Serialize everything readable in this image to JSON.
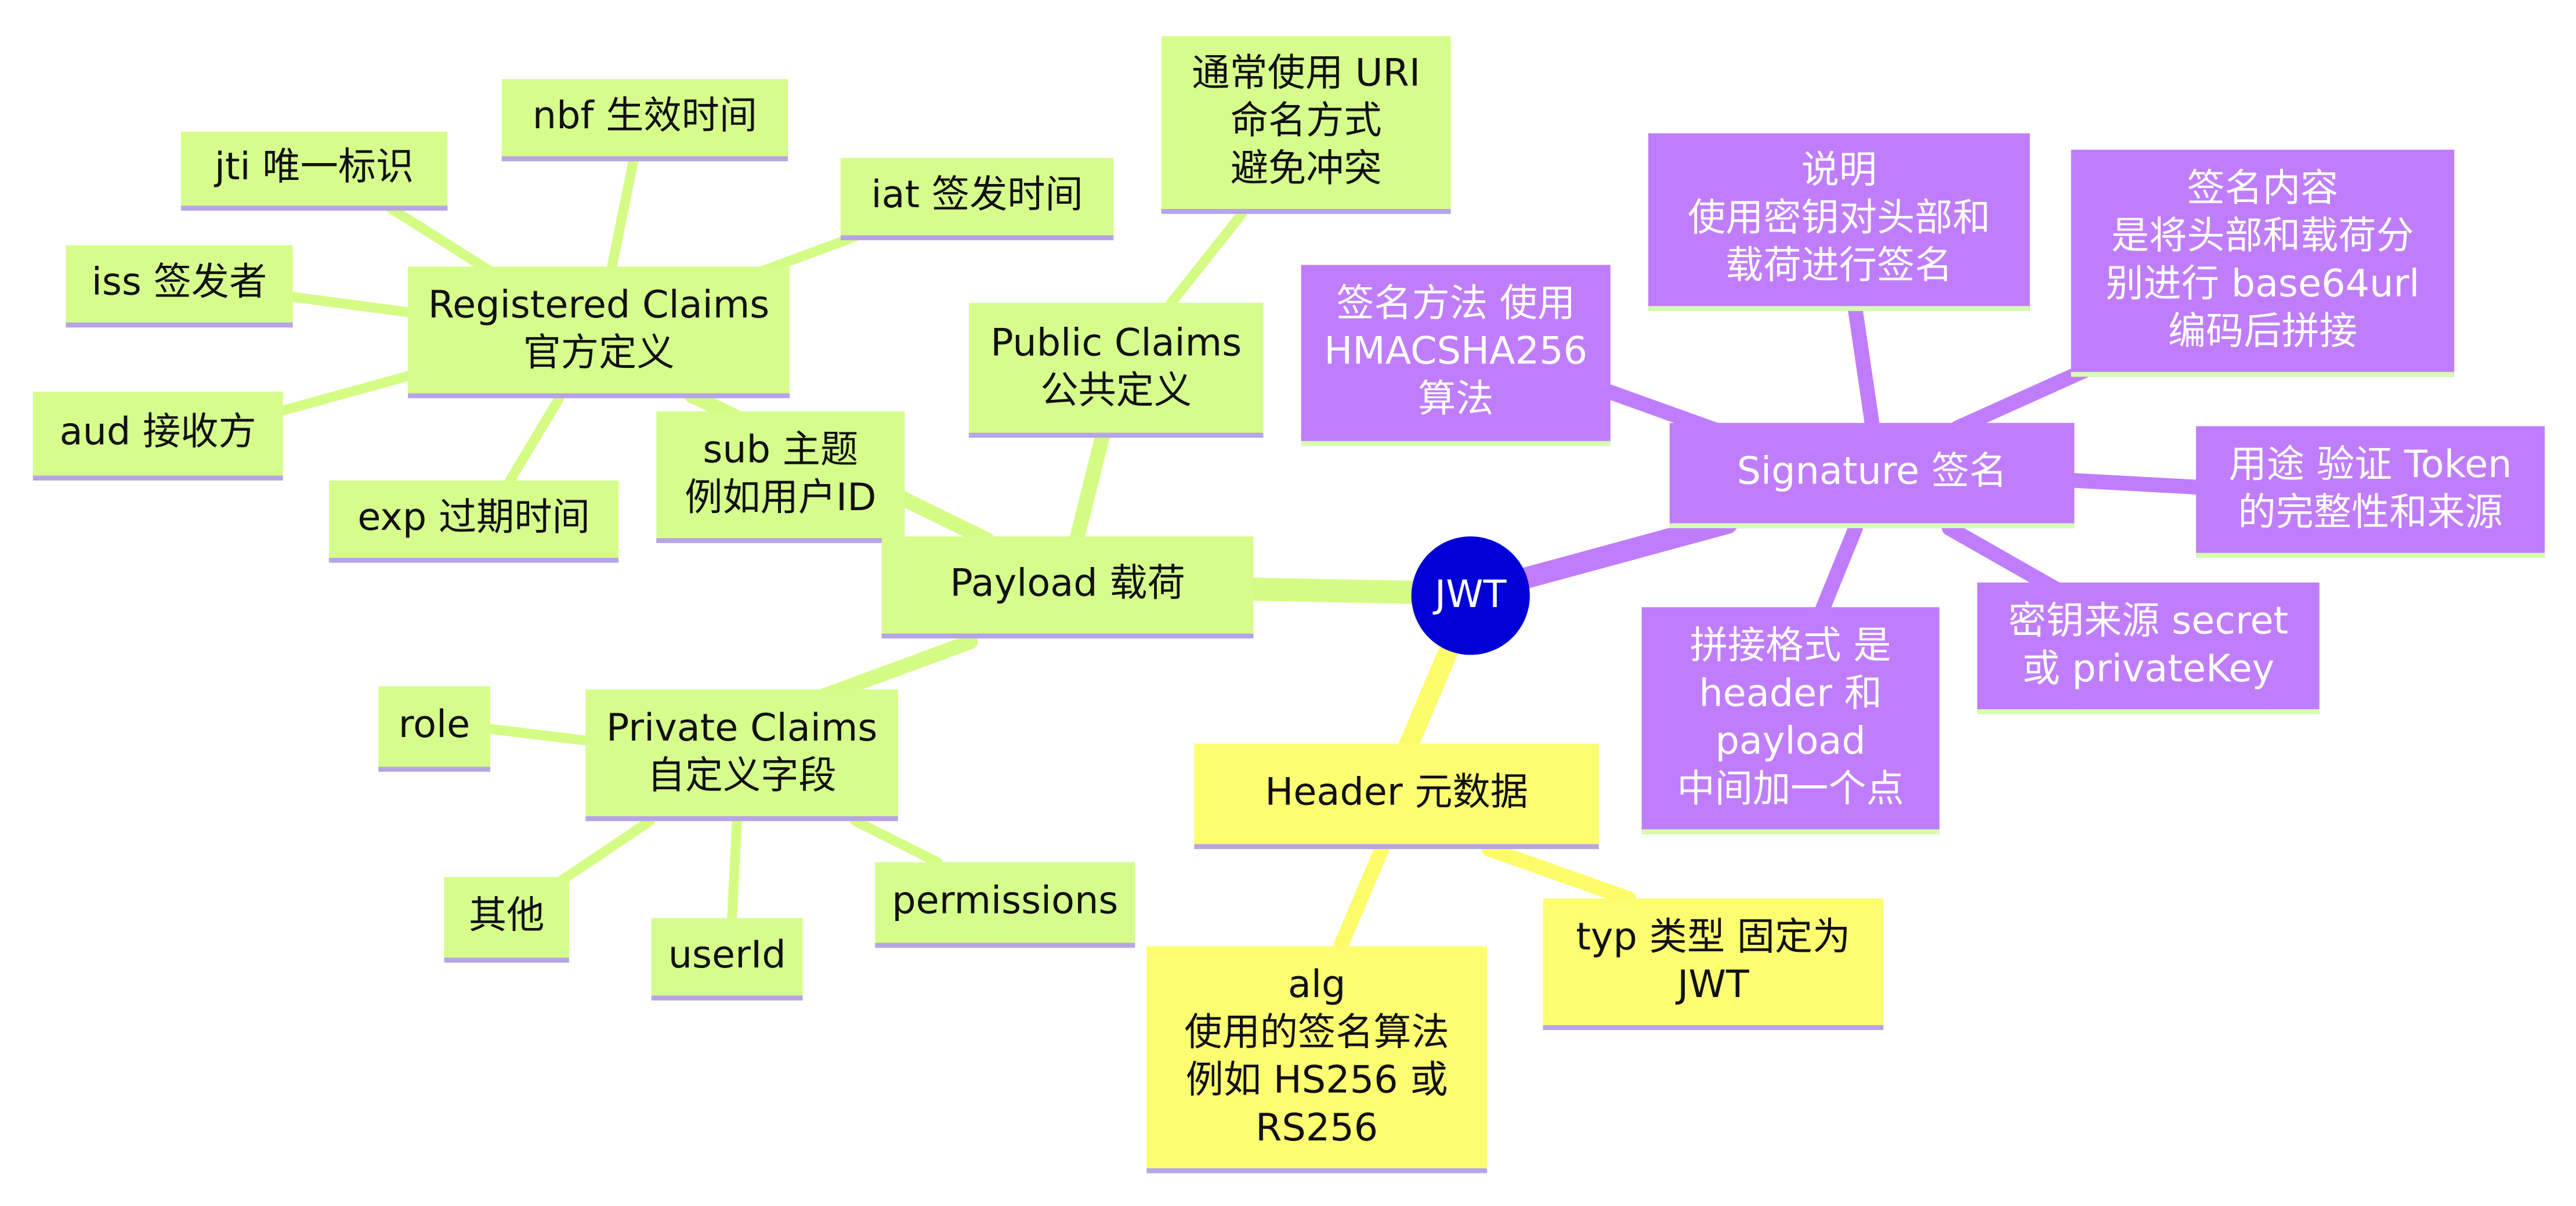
{
  "root": {
    "label": "JWT",
    "color": "#0000d6"
  },
  "colors": {
    "payload": "#d6fd8c",
    "header": "#fdfd72",
    "signature": "#c07dfb",
    "payload_link": "#d4fc84",
    "header_link": "#fcfc6a",
    "signature_link": "#c07dfb"
  },
  "payload": {
    "label": "Payload 载荷",
    "registered": {
      "label": "Registered Claims\n官方定义",
      "items": [
        "jti 唯一标识",
        "nbf 生效时间",
        "iat 签发时间",
        "iss 签发者",
        "aud 接收方",
        "exp 过期时间",
        "sub 主题\n例如用户ID"
      ]
    },
    "public": {
      "label": "Public Claims\n公共定义",
      "items": [
        "通常使用 URI\n命名方式\n避免冲突"
      ]
    },
    "private": {
      "label": "Private Claims\n自定义字段",
      "items": [
        "role",
        "其他",
        "userId",
        "permissions"
      ]
    }
  },
  "header": {
    "label": "Header 元数据",
    "items": [
      "alg\n使用的签名算法\n例如 HS256 或\nRS256",
      "typ 类型 固定为\nJWT"
    ]
  },
  "signature": {
    "label": "Signature 签名",
    "items": [
      "说明\n使用密钥对头部和\n载荷进行签名",
      "签名内容\n是将头部和载荷分\n别进行 base64url\n编码后拼接",
      "签名方法 使用\nHMACSHA256\n算法",
      "用途 验证 Token\n的完整性和来源",
      "拼接格式 是\nheader 和\npayload\n中间加一个点",
      "密钥来源 secret\n或 privateKey"
    ]
  }
}
